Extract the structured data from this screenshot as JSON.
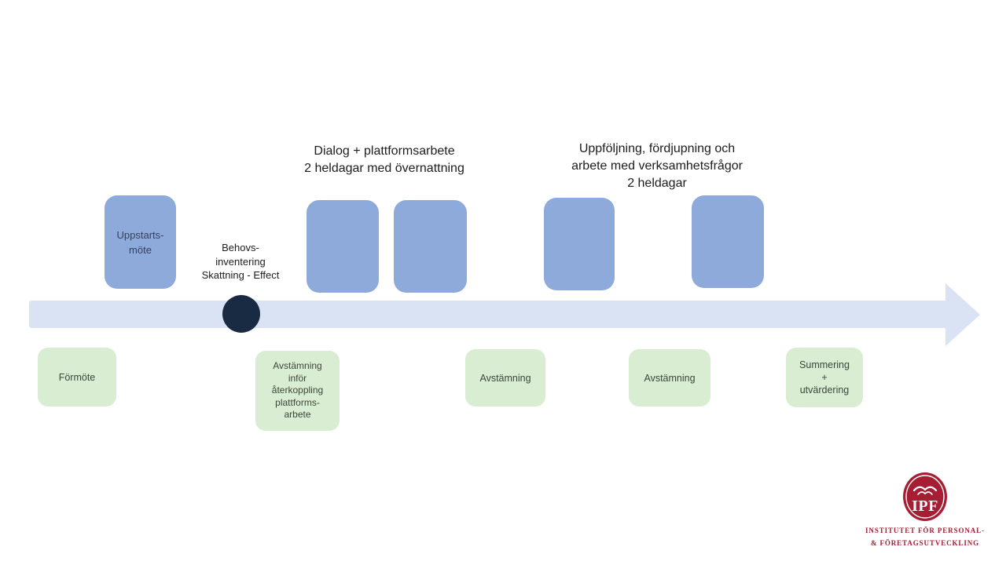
{
  "slide": {
    "phase_headings": {
      "dialog": {
        "line1": "Dialog + plattformsarbete",
        "line2": "2 heldagar med övernattning"
      },
      "uppfoljning": {
        "line1": "Uppföljning, fördjupning och",
        "line2": "arbete med verksamhetsfrågor",
        "line3": "2 heldagar"
      }
    },
    "blue_boxes": {
      "uppstartsmote": {
        "line1": "Uppstarts-",
        "line2": "möte"
      }
    },
    "milestone": {
      "line1": "Behovs-",
      "line2": "inventering",
      "line3": "Skattning - Effect"
    },
    "green_boxes": {
      "formote": {
        "label": "Förmöte"
      },
      "avstamning_infor": {
        "line1": "Avstämning",
        "line2": "inför",
        "line3": "återkoppling",
        "line4": "plattforms-",
        "line5": "arbete"
      },
      "avstamning_1": {
        "label": "Avstämning"
      },
      "avstamning_2": {
        "label": "Avstämning"
      },
      "summering": {
        "line1": "Summering",
        "line2": "+",
        "line3": "utvärdering"
      }
    },
    "logo": {
      "monogram": "IPF",
      "line1": "INSTITUTET FÖR PERSONAL-",
      "line2": "& FÖRETAGSUTVECKLING"
    },
    "colors": {
      "blue_box": "#8eaadb",
      "green_box": "#d9edd2",
      "timeline_arrow": "#dae3f3",
      "milestone_dot": "#192a43",
      "logo_red": "#a61e33",
      "heading_text": "#1c1c1c"
    }
  }
}
